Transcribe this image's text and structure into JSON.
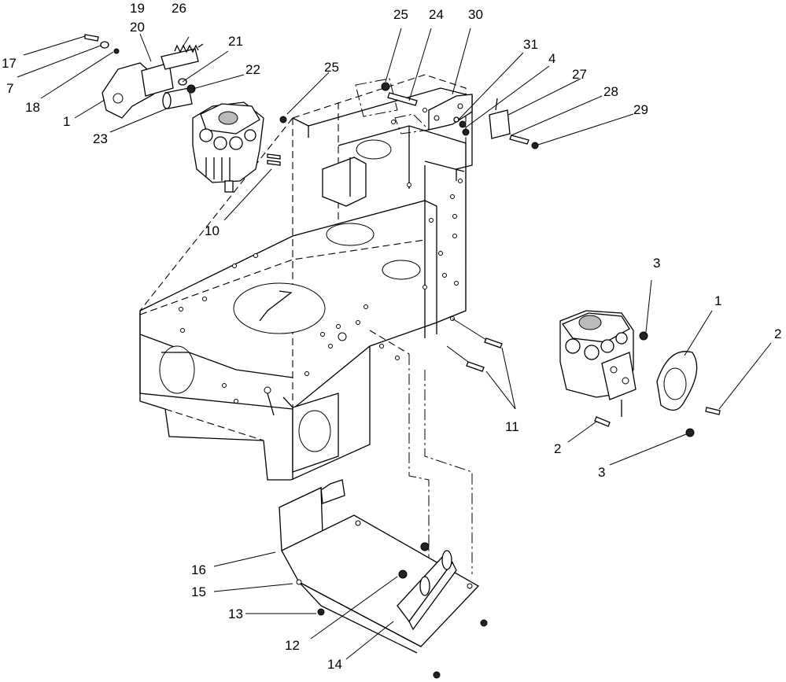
{
  "callouts": {
    "c17": "17",
    "c7": "7",
    "c18": "18",
    "c1a": "1",
    "c23": "23",
    "c19": "19",
    "c20": "20",
    "c26": "26",
    "c21": "21",
    "c22": "22",
    "c25a": "25",
    "c10": "10",
    "c25b": "25",
    "c24": "24",
    "c30": "30",
    "c31": "31",
    "c4": "4",
    "c27": "27",
    "c28": "28",
    "c29": "29",
    "c3a": "3",
    "c1b": "1",
    "c2a": "2",
    "c2b": "2",
    "c3b": "3",
    "c11": "11",
    "c16": "16",
    "c15": "15",
    "c13": "13",
    "c12": "12",
    "c14": "14"
  }
}
